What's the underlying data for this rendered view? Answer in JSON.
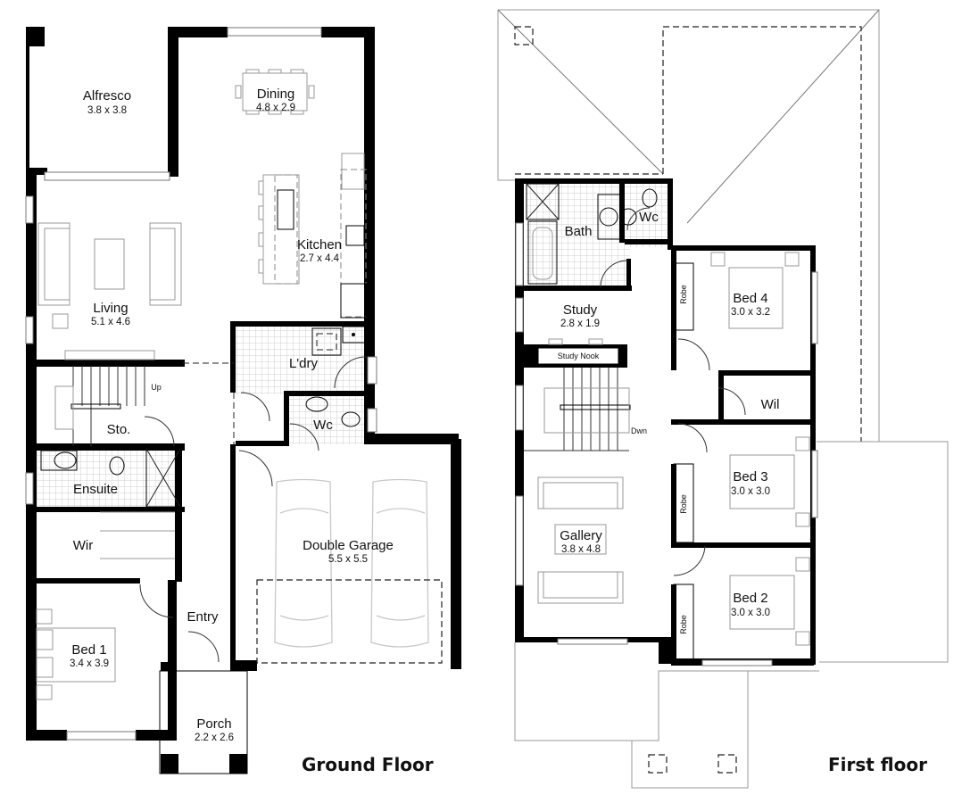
{
  "ground_floor": {
    "title": "Ground Floor",
    "rooms": {
      "alfresco": {
        "name": "Alfresco",
        "size": "3.8 x 3.8"
      },
      "dining": {
        "name": "Dining",
        "size": "4.8 x 2.9"
      },
      "kitchen": {
        "name": "Kitchen",
        "size": "2.7 x 4.4"
      },
      "living": {
        "name": "Living",
        "size": "5.1 x 4.6"
      },
      "laundry": {
        "name": "L'dry"
      },
      "storage": {
        "name": "Sto."
      },
      "wc": {
        "name": "Wc"
      },
      "ensuite": {
        "name": "Ensuite"
      },
      "wir": {
        "name": "Wir"
      },
      "garage": {
        "name": "Double Garage",
        "size": "5.5 x 5.5"
      },
      "entry": {
        "name": "Entry"
      },
      "bed1": {
        "name": "Bed 1",
        "size": "3.4 x 3.9"
      },
      "porch": {
        "name": "Porch",
        "size": "2.2 x 2.6"
      }
    },
    "stair_label": "Up"
  },
  "first_floor": {
    "title": "First floor",
    "rooms": {
      "bath": {
        "name": "Bath"
      },
      "wc": {
        "name": "Wc"
      },
      "study": {
        "name": "Study",
        "size": "2.8 x 1.9"
      },
      "study_nook": {
        "name": "Study Nook"
      },
      "bed4": {
        "name": "Bed 4",
        "size": "3.0 x 3.2"
      },
      "wil": {
        "name": "Wil"
      },
      "bed3": {
        "name": "Bed 3",
        "size": "3.0 x 3.0"
      },
      "gallery": {
        "name": "Gallery",
        "size": "3.8 x 4.8"
      },
      "bed2": {
        "name": "Bed 2",
        "size": "3.0 x 3.0"
      },
      "robe_bed4": {
        "name": "Robe"
      },
      "robe_bed3": {
        "name": "Robe"
      },
      "robe_bed2": {
        "name": "Robe"
      }
    },
    "stair_label": "Dwn"
  }
}
